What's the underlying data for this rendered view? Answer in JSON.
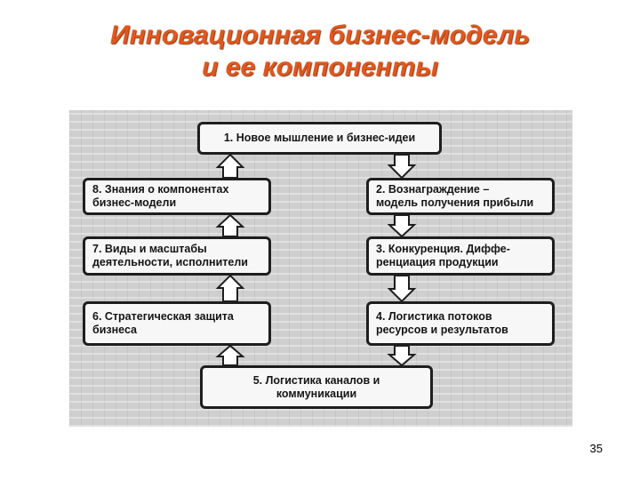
{
  "slide": {
    "title": "Инновационная бизнес-модель\nи ее компоненты",
    "page_number": "35"
  },
  "diagram": {
    "boxes": {
      "b1": "1. Новое мышление и бизнес-идеи",
      "b2": "2. Вознаграждение –\nмодель получения прибыли",
      "b3": "3. Конкуренция. Диффе-\nренциация продукции",
      "b4": "4. Логистика потоков\nресурсов и результатов",
      "b5": "5. Логистика каналов и\nкоммуникации",
      "b6": "6. Стратегическая защита\nбизнеса",
      "b7": "7. Виды и масштабы\nдеятельности, исполнители",
      "b8": "8. Знания о компонентах\nбизнес-модели"
    }
  }
}
